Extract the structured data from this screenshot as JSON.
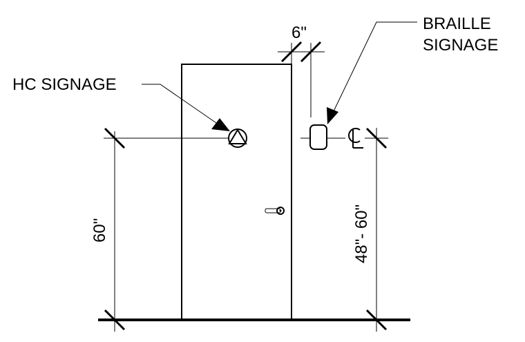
{
  "labels": {
    "hc_signage": "HC SIGNAGE",
    "braille_line1": "BRAILLE",
    "braille_line2": "SIGNAGE",
    "offset_dim": "6\"",
    "hc_height_dim": "60\"",
    "braille_height_dim": "48\"- 60\""
  },
  "icons": {
    "hc_sign": "circle-triangle-icon",
    "braille_sign": "rounded-square-icon",
    "centerline": "centerline-symbol-icon",
    "door_handle": "lever-handle-icon"
  }
}
